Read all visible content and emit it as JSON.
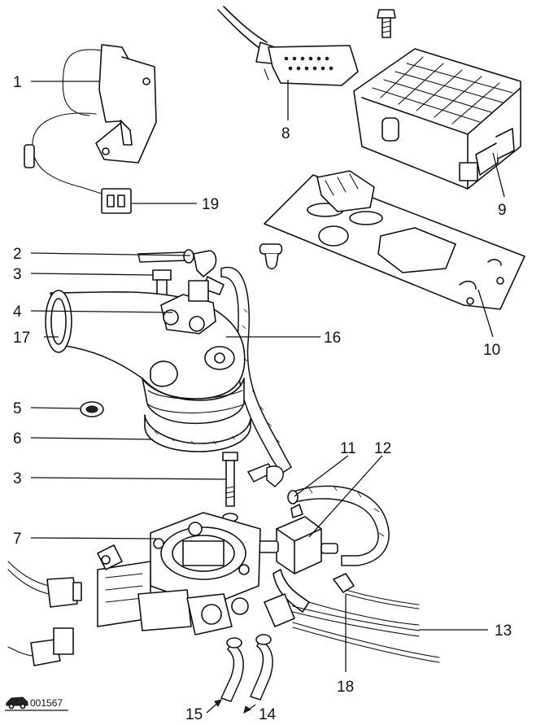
{
  "callouts": {
    "c1": "1",
    "c2": "2",
    "c3a": "3",
    "c3b": "3",
    "c4": "4",
    "c5": "5",
    "c6": "6",
    "c7": "7",
    "c8": "8",
    "c9": "9",
    "c10": "10",
    "c11": "11",
    "c12": "12",
    "c13": "13",
    "c14": "14",
    "c15": "15",
    "c16": "16",
    "c17": "17",
    "c18": "18",
    "c19": "19"
  },
  "figure_id": "001567"
}
